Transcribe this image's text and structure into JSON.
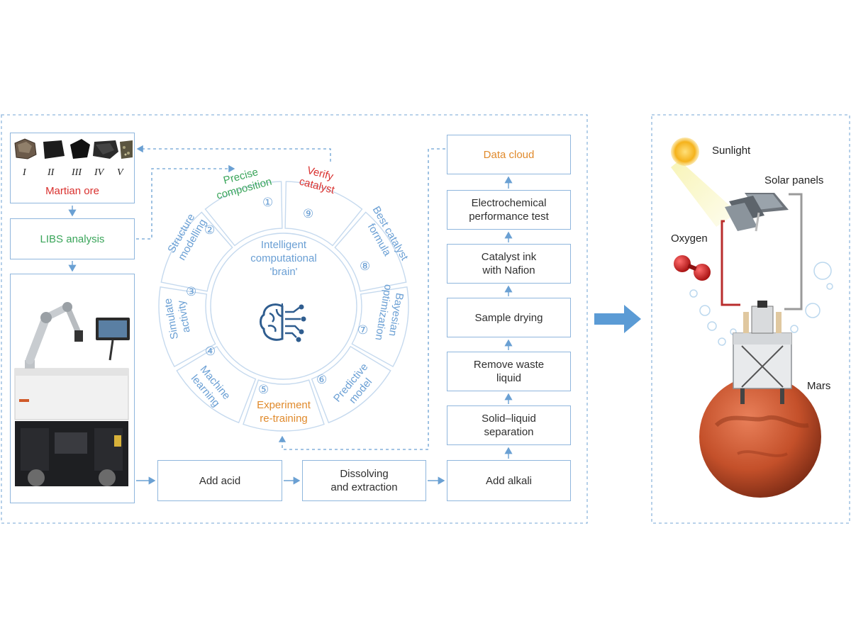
{
  "colors": {
    "border": "#8fb6dd",
    "arrow": "#6aa0d3",
    "big_arrow": "#5b9bd5",
    "text": "#2f2f2f",
    "ring_text": "#6a9fd4",
    "green_label": "#3aa55a",
    "red_label": "#d9302e",
    "orange_label": "#e08a2c",
    "mars": "#c4502a",
    "sun": "#f5b21b",
    "oxygen": "#c81e1e"
  },
  "ore": {
    "numerals": [
      "I",
      "II",
      "III",
      "IV",
      "V"
    ],
    "label": "Martian ore"
  },
  "steps": {
    "libs": "LIBS analysis",
    "add_acid": "Add acid",
    "dissolving": "Dissolving\nand extraction",
    "add_alkali": "Add alkali",
    "solid_liquid": "Solid–liquid\nseparation",
    "remove_waste": "Remove waste\nliquid",
    "sample_drying": "Sample drying",
    "catalyst_ink": "Catalyst ink\nwith Nafion",
    "electrochem": "Electrochemical\nperformance test",
    "data_cloud": "Data cloud"
  },
  "brain": {
    "center": "Intelligent\ncomputational\n'brain'",
    "segments": [
      {
        "num": "①",
        "text": "Precise\ncomposition"
      },
      {
        "num": "②",
        "text": "Structure\nmodelling"
      },
      {
        "num": "③",
        "text": "Simulate\nactivity"
      },
      {
        "num": "④",
        "text": "Machine\nlearning"
      },
      {
        "num": "⑤",
        "text": "Experiment\nre-training"
      },
      {
        "num": "⑥",
        "text": "Predictive\nmodel"
      },
      {
        "num": "⑦",
        "text": "Bayesian\noptimization"
      },
      {
        "num": "⑧",
        "text": "Best catalyst\nformula"
      },
      {
        "num": "⑨",
        "text": "Verify\ncatalyst"
      }
    ]
  },
  "mars_scene": {
    "sunlight": "Sunlight",
    "solar_panels": "Solar panels",
    "oxygen": "Oxygen",
    "mars": "Mars"
  },
  "icons": [
    "robot-arm-icon",
    "brain-circuit-icon",
    "sun-icon",
    "solar-panel-icon",
    "oxygen-molecule-icon",
    "mars-planet-icon",
    "workstation-icon"
  ]
}
